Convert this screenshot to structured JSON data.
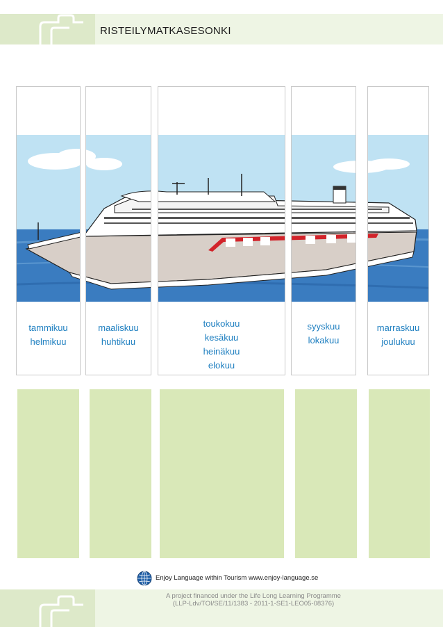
{
  "page": {
    "title": "RISTEILYMATKASESONKI"
  },
  "panels": [
    {
      "months": [
        "tammikuu",
        "helmikuu"
      ]
    },
    {
      "months": [
        "maaliskuu",
        "huhtikuu"
      ]
    },
    {
      "months": [
        "toukokuu",
        "kesäkuu",
        "heinäkuu",
        "elokuu"
      ]
    },
    {
      "months": [
        "syyskuu",
        "lokakuu"
      ]
    },
    {
      "months": [
        "marraskuu",
        "joulukuu"
      ]
    }
  ],
  "footer": {
    "line": "Enjoy Language within Tourism www.enjoy-language.se",
    "note_line1": "A project financed under the Life Long Learning Programme",
    "note_line2": "(LLP-Ldv/TOI/SE/11/1383 - 2011-1-SE1-LEO05-08376)"
  },
  "icons": {
    "header": "suitcase-outline-icon",
    "footer": "suitcase-outline-icon",
    "globe": "globe-icon"
  },
  "colors": {
    "month_text": "#1e7fc0",
    "sky": "#bfe2f3",
    "sea": "#3a7cc0",
    "band": "#eef5e4",
    "green_box": "#d9e8b8"
  }
}
